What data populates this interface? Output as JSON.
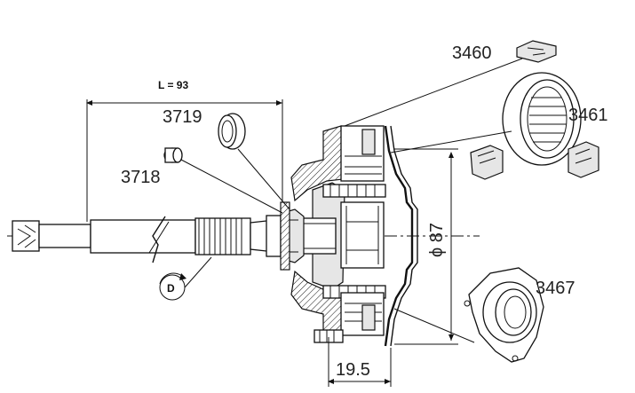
{
  "labels": {
    "dim_length": "L = 93",
    "part_3460": "3460",
    "part_3461": "3461",
    "part_3719": "3719",
    "part_3718": "3718",
    "part_3467": "3467",
    "dim_diameter": "ϕ 87",
    "dim_width": "19.5",
    "rotation_mark": "D"
  }
}
